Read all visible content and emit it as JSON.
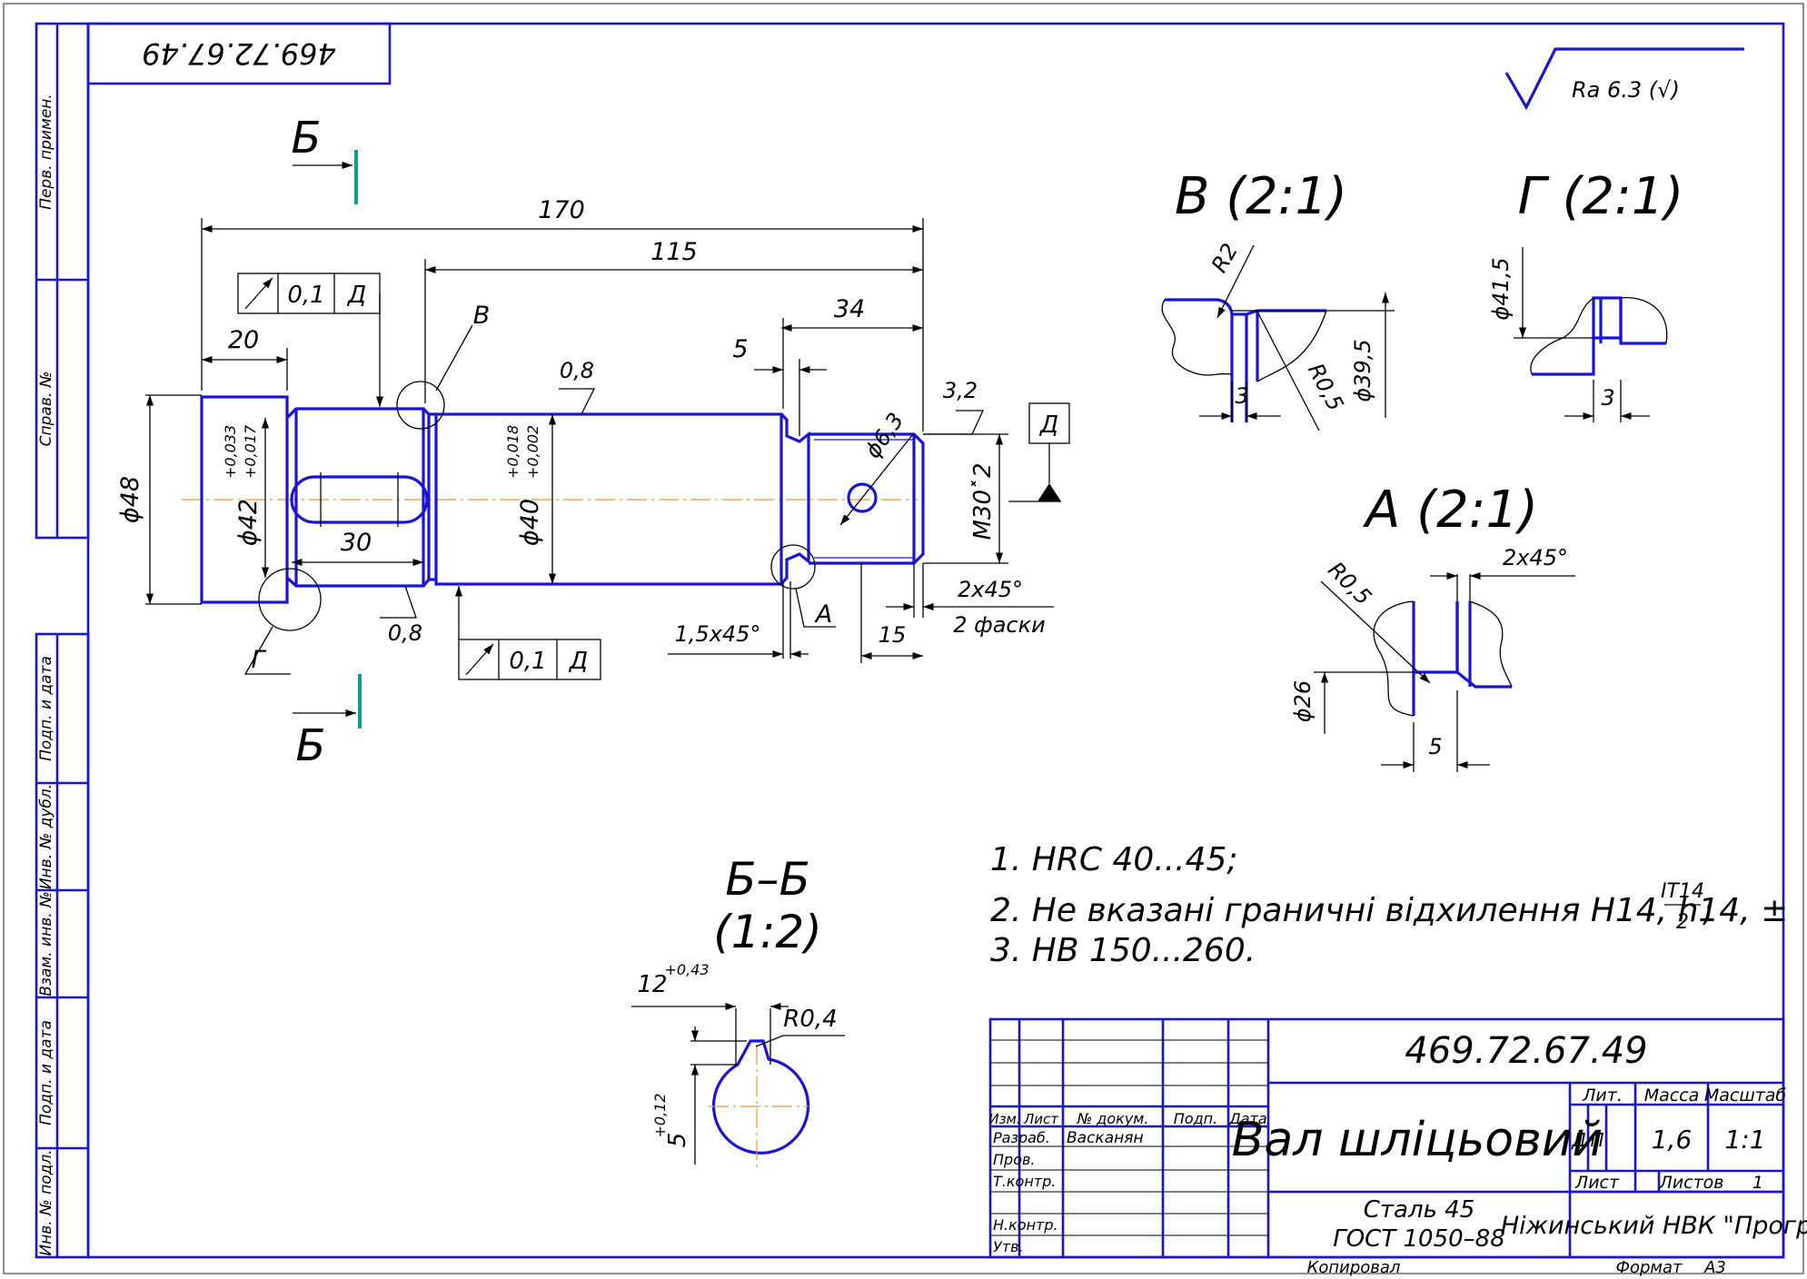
{
  "drawing": {
    "code": "469.72.67.49",
    "code_stamp": "469.72.67.49",
    "roughness": "Ra 6.3 (√)",
    "cut_letter": "Б",
    "views": {
      "V": "В (2:1)",
      "G": "Г (2:1)",
      "A": "А (2:1)",
      "section_title": "Б–Б",
      "section_scale": "(1:2)"
    },
    "leaders": {
      "V": "В",
      "G": "Г",
      "A": "А"
    },
    "datum": "Д",
    "tolerance_frames": [
      {
        "value": "0,1",
        "datum": "Д"
      },
      {
        "value": "0,1",
        "datum": "Д"
      }
    ],
    "dims": {
      "d170": "170",
      "d115": "115",
      "d34": "34",
      "d20": "20",
      "d5": "5",
      "d30": "30",
      "d15": "15",
      "d3_2": "3,2",
      "d0_8a": "0,8",
      "d0_8b": "0,8",
      "phi48": "ϕ48",
      "phi42": "ϕ42",
      "phi42_up": "+0,033",
      "phi42_lo": "+0,017",
      "phi40": "ϕ40",
      "phi40_up": "+0,018",
      "phi40_lo": "+0,002",
      "phi6_3": "ϕ6,3",
      "thread": "M30˟2",
      "chamfer1": "1,5x45°",
      "chamfer2": "2x45°",
      "chamfer2_note": "2 фаски"
    },
    "detail_v": {
      "r2": "R2",
      "r05": "R0,5",
      "phi39_5": "ϕ39,5",
      "d3": "3"
    },
    "detail_g": {
      "phi41_5": "ϕ41,5",
      "d3": "3"
    },
    "detail_a": {
      "r05": "R0,5",
      "chamfer": "2x45°",
      "phi26": "ϕ26",
      "d5": "5"
    },
    "section": {
      "w12": "12",
      "w12_tol": "+0,43",
      "r04": "R0,4",
      "h5": "5",
      "h5_tol": "+0,12"
    },
    "notes": {
      "n1": "1. HRC 40...45;",
      "n2": "2. Не вказані граничні відхилення H14, h14, ±",
      "n2_num": "IT14",
      "n2_den": "2",
      "n2_end": ";",
      "n3": "3. HB 150...260."
    }
  },
  "side_strip": {
    "first_use": "Перв. примен.",
    "ref_no": "Справ. №",
    "sign_date_1": "Подп. и дата",
    "dup_inv": "Инв. № дубл.",
    "repl_inv": "Взам. инв. №",
    "sign_date_2": "Подп. и дата",
    "orig_inv": "Инв. № подл."
  },
  "title_block": {
    "code": "469.72.67.49",
    "name": "Вал шліцьовий",
    "material_1": "Сталь 45",
    "material_2": "ГОСТ 1050–88",
    "org": "Ніжинський НВК \"Прогрес\"",
    "lit_label": "Лит.",
    "mass_label": "Масса",
    "scale_label": "Масштаб",
    "lit_1": "Д",
    "lit_2": "П",
    "mass": "1,6",
    "scale": "1:1",
    "sheet_label": "Лист",
    "sheets_label": "Листов",
    "sheets": "1",
    "col_change": "Изм.",
    "col_sheet": "Лист",
    "col_doc": "№ докум.",
    "col_sign": "Подп.",
    "col_date": "Дата",
    "row_dev": "Разраб.",
    "developer": "Васканян",
    "row_check": "Пров.",
    "row_tcontrol": "Т.контр.",
    "row_ncontrol": "Н.контр.",
    "row_approve": "Утв.",
    "copied": "Копировал",
    "format_label": "Формат",
    "format": "A3"
  }
}
